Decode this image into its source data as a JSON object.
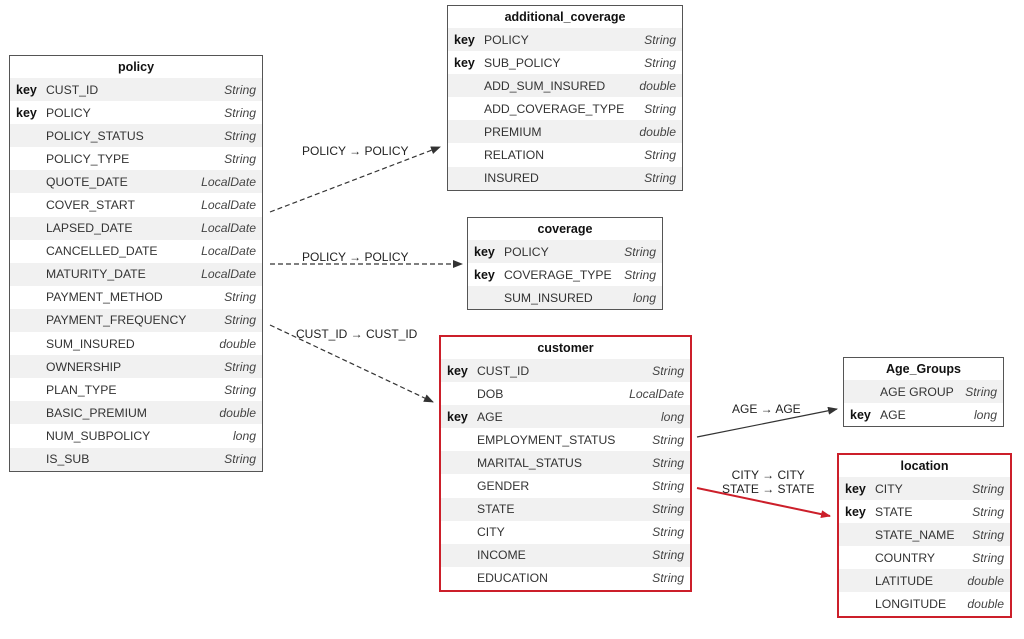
{
  "entities": [
    {
      "id": "policy",
      "name": "policy",
      "highlight": false,
      "fields": [
        {
          "key": "key",
          "name": "CUST_ID",
          "type": "String"
        },
        {
          "key": "key",
          "name": "POLICY",
          "type": "String"
        },
        {
          "key": "",
          "name": "POLICY_STATUS",
          "type": "String"
        },
        {
          "key": "",
          "name": "POLICY_TYPE",
          "type": "String"
        },
        {
          "key": "",
          "name": "QUOTE_DATE",
          "type": "LocalDate"
        },
        {
          "key": "",
          "name": "COVER_START",
          "type": "LocalDate"
        },
        {
          "key": "",
          "name": "LAPSED_DATE",
          "type": "LocalDate"
        },
        {
          "key": "",
          "name": "CANCELLED_DATE",
          "type": "LocalDate"
        },
        {
          "key": "",
          "name": "MATURITY_DATE",
          "type": "LocalDate"
        },
        {
          "key": "",
          "name": "PAYMENT_METHOD",
          "type": "String"
        },
        {
          "key": "",
          "name": "PAYMENT_FREQUENCY",
          "type": "String"
        },
        {
          "key": "",
          "name": "SUM_INSURED",
          "type": "double"
        },
        {
          "key": "",
          "name": "OWNERSHIP",
          "type": "String"
        },
        {
          "key": "",
          "name": "PLAN_TYPE",
          "type": "String"
        },
        {
          "key": "",
          "name": "BASIC_PREMIUM",
          "type": "double"
        },
        {
          "key": "",
          "name": "NUM_SUBPOLICY",
          "type": "long"
        },
        {
          "key": "",
          "name": "IS_SUB",
          "type": "String"
        }
      ]
    },
    {
      "id": "additional_coverage",
      "name": "additional_coverage",
      "highlight": false,
      "fields": [
        {
          "key": "key",
          "name": "POLICY",
          "type": "String"
        },
        {
          "key": "key",
          "name": "SUB_POLICY",
          "type": "String"
        },
        {
          "key": "",
          "name": "ADD_SUM_INSURED",
          "type": "double"
        },
        {
          "key": "",
          "name": "ADD_COVERAGE_TYPE",
          "type": "String"
        },
        {
          "key": "",
          "name": "PREMIUM",
          "type": "double"
        },
        {
          "key": "",
          "name": "RELATION",
          "type": "String"
        },
        {
          "key": "",
          "name": "INSURED",
          "type": "String"
        }
      ]
    },
    {
      "id": "coverage",
      "name": "coverage",
      "highlight": false,
      "fields": [
        {
          "key": "key",
          "name": "POLICY",
          "type": "String"
        },
        {
          "key": "key",
          "name": "COVERAGE_TYPE",
          "type": "String"
        },
        {
          "key": "",
          "name": "SUM_INSURED",
          "type": "long"
        }
      ]
    },
    {
      "id": "customer",
      "name": "customer",
      "highlight": true,
      "fields": [
        {
          "key": "key",
          "name": "CUST_ID",
          "type": "String"
        },
        {
          "key": "",
          "name": "DOB",
          "type": "LocalDate"
        },
        {
          "key": "key",
          "name": "AGE",
          "type": "long"
        },
        {
          "key": "",
          "name": "EMPLOYMENT_STATUS",
          "type": "String"
        },
        {
          "key": "",
          "name": "MARITAL_STATUS",
          "type": "String"
        },
        {
          "key": "",
          "name": "GENDER",
          "type": "String"
        },
        {
          "key": "",
          "name": "STATE",
          "type": "String"
        },
        {
          "key": "",
          "name": "CITY",
          "type": "String"
        },
        {
          "key": "",
          "name": "INCOME",
          "type": "String"
        },
        {
          "key": "",
          "name": "EDUCATION",
          "type": "String"
        }
      ]
    },
    {
      "id": "age_groups",
      "name": "Age_Groups",
      "highlight": false,
      "fields": [
        {
          "key": "",
          "name": "AGE GROUP",
          "type": "String"
        },
        {
          "key": "key",
          "name": "AGE",
          "type": "long"
        }
      ]
    },
    {
      "id": "location",
      "name": "location",
      "highlight": true,
      "fields": [
        {
          "key": "key",
          "name": "CITY",
          "type": "String"
        },
        {
          "key": "key",
          "name": "STATE",
          "type": "String"
        },
        {
          "key": "",
          "name": "STATE_NAME",
          "type": "String"
        },
        {
          "key": "",
          "name": "COUNTRY",
          "type": "String"
        },
        {
          "key": "",
          "name": "LATITUDE",
          "type": "double"
        },
        {
          "key": "",
          "name": "LONGITUDE",
          "type": "double"
        }
      ]
    }
  ],
  "relations": [
    {
      "from": "policy",
      "to": "additional_coverage",
      "label": "POLICY → POLICY",
      "style": "dashed",
      "color": "#333333"
    },
    {
      "from": "policy",
      "to": "coverage",
      "label": "POLICY → POLICY",
      "style": "dashed",
      "color": "#333333"
    },
    {
      "from": "policy",
      "to": "customer",
      "label": "CUST_ID → CUST_ID",
      "style": "dashed",
      "color": "#333333"
    },
    {
      "from": "customer",
      "to": "age_groups",
      "label": "AGE → AGE",
      "style": "solid",
      "color": "#333333"
    },
    {
      "from": "customer",
      "to": "location",
      "label": "CITY → CITY\nSTATE → STATE",
      "style": "solid",
      "color": "#cc1f2a"
    }
  ]
}
